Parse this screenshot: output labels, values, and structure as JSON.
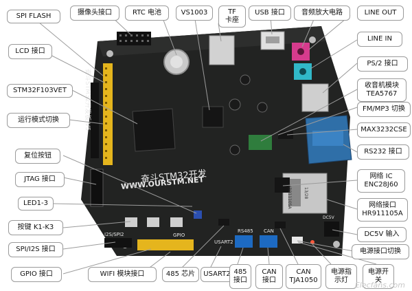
{
  "labels": {
    "spi_flash": [
      "SPI FLASH"
    ],
    "camera": [
      "摄像头接口"
    ],
    "rtc": [
      "RTC 电池"
    ],
    "vs1003": [
      "VS1003"
    ],
    "tf": [
      "TF",
      "卡座"
    ],
    "usb": [
      "USB 接口"
    ],
    "amp": [
      "音频放大电路"
    ],
    "line_out": [
      "LINE OUT"
    ],
    "lcd": [
      "LCD  接口"
    ],
    "line_in": [
      "LINE IN"
    ],
    "ps2": [
      "PS/2 接口"
    ],
    "stm32": [
      "STM32F103VET"
    ],
    "radio": [
      "收音机模块",
      "TEA5767"
    ],
    "mode": [
      "运行模式切换"
    ],
    "fm": [
      "FM/MP3 切换"
    ],
    "max3232": [
      "MAX3232CSE"
    ],
    "reset": [
      "复位按钮"
    ],
    "rs232": [
      "RS232 接口"
    ],
    "jtag": [
      "JTAG 接口"
    ],
    "net_ic": [
      "网络 IC",
      "ENC28J60"
    ],
    "led": [
      "LED1-3"
    ],
    "net_port": [
      "网络接口",
      "HR911105A"
    ],
    "keys": [
      "按键 K1-K3"
    ],
    "dc5v": [
      "DC5V 输入"
    ],
    "spi_i2s": [
      "SPI/I2S 接口"
    ],
    "pwr_switch": [
      "电源接口切换"
    ],
    "gpio": [
      "GPIO 接口"
    ],
    "wifi": [
      "WIFI 模块接口"
    ],
    "rs485_chip": [
      "485 芯片"
    ],
    "usart2": [
      "USART2"
    ],
    "rs485_port": [
      "485",
      "接口"
    ],
    "can_port": [
      "CAN",
      "接口"
    ],
    "can_chip": [
      "CAN",
      "TJA1050"
    ],
    "pwr_led": [
      "电源指",
      "示灯"
    ],
    "pwr_on": [
      "电源开",
      "关"
    ]
  },
  "board_text": {
    "logo": "奋斗STM32开发",
    "url": "WWW.OURSTM.NET",
    "vertical": "奋斗STM32开发板 V5",
    "rs485": "RS485",
    "can": "CAN",
    "usart2": "USART2",
    "i2s": "I2S/SPI2",
    "gpio": "GPIO",
    "net_chip": "HR911105A",
    "net_date": "13/28",
    "dc5v": "DC5V"
  },
  "watermark": "Elecfans.com"
}
